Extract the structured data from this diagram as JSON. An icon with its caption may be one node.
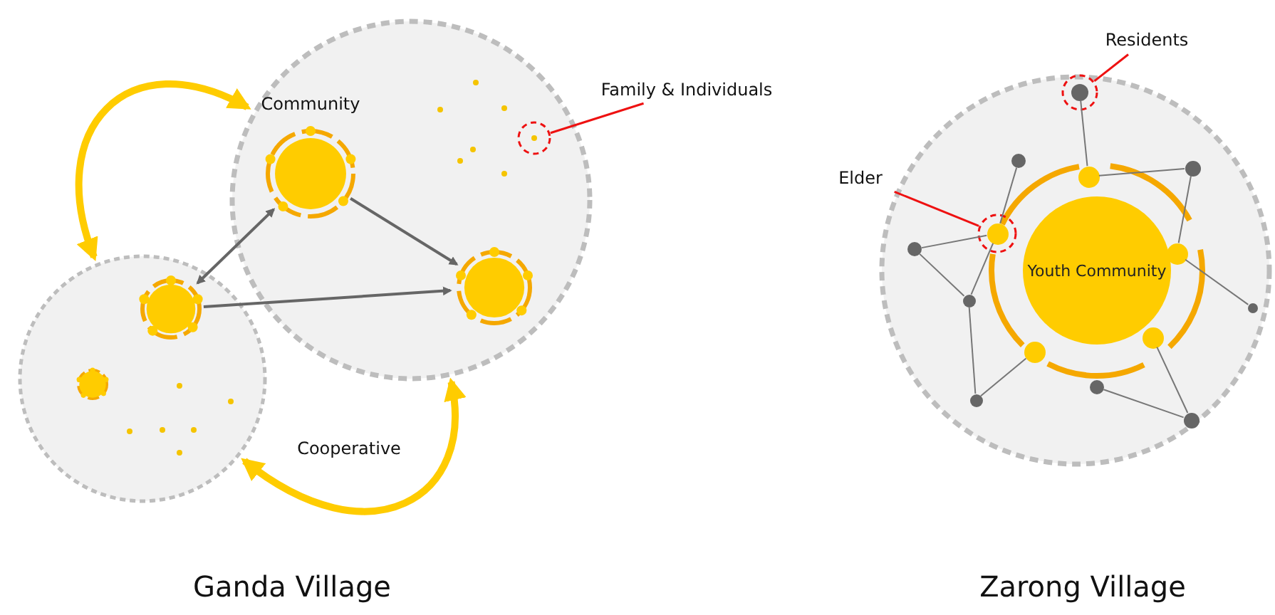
{
  "diagram": {
    "nodes": [
      {
        "text": [],
        "shape": "circle"
      },
      {
        "text": [
          "Community"
        ],
        "in": 0
      },
      {
        "text": [],
        "shape": "circle",
        "in": 0
      },
      {
        "text": [],
        "shape": "circle",
        "in": 0
      },
      {
        "text": [
          "Family & Individuals"
        ]
      },
      {
        "text": [],
        "shape": "circle"
      },
      {
        "text": [],
        "shape": "circle",
        "in": 5
      },
      {
        "text": [],
        "shape": "circle",
        "in": 5
      },
      {
        "text": [],
        "shape": "circle"
      },
      {
        "text": [
          "Youth Community"
        ],
        "in": 8
      },
      {
        "text": [],
        "shape": "circle",
        "in": 8
      },
      {
        "text": [],
        "shape": "circle",
        "in": 10
      },
      {
        "text": [
          "Residents"
        ]
      },
      {
        "text": [],
        "shape": "circle",
        "in": 8
      },
      {
        "text": [],
        "shape": "circle",
        "in": 8
      },
      {
        "text": [],
        "shape": "circle",
        "in": 14
      },
      {
        "text": [],
        "shape": "circle",
        "in": 8
      },
      {
        "text": [],
        "shape": "circle",
        "in": 8
      },
      {
        "text": [],
        "shape": "circle",
        "in": 8
      },
      {
        "text": [],
        "shape": "circle",
        "in": 8
      },
      {
        "text": [],
        "shape": "circle",
        "in": 8
      },
      {
        "text": [],
        "shape": "circle",
        "in": 8
      },
      {
        "text": [],
        "shape": "circle",
        "in": 8
      },
      {
        "text": [],
        "shape": "circle",
        "in": 8
      },
      {
        "text": [],
        "shape": "circle",
        "in": 8
      },
      {
        "text": [],
        "shape": "circle",
        "in": 8
      },
      {
        "text": [],
        "shape": "circle",
        "in": 8
      },
      {
        "text": [
          "Elder"
        ]
      }
    ],
    "edges": [
      {
        "from": 6,
        "to": 1,
        "arrow": "both"
      },
      {
        "from": 1,
        "to": 2,
        "arrow": "to"
      },
      {
        "from": 6,
        "to": 2,
        "arrow": "to"
      },
      {
        "from": 5,
        "to": 0,
        "arrow": "both",
        "style": "thick",
        "color": "#ffcc00"
      },
      {
        "from": 5,
        "to": 0,
        "arrow": "both",
        "style": "thick",
        "color": "#ffcc00",
        "label": "Cooperative"
      },
      {
        "from": 4,
        "to": 3,
        "arrow": "none",
        "color": "#ee1111"
      },
      {
        "from": 12,
        "to": 10,
        "arrow": "none",
        "color": "#ee1111"
      },
      {
        "from": 27,
        "to": 14,
        "arrow": "none",
        "color": "#ee1111"
      },
      {
        "from": 11,
        "to": 13,
        "arrow": "none"
      },
      {
        "from": 13,
        "to": 20,
        "arrow": "none"
      },
      {
        "from": 20,
        "to": 16,
        "arrow": "none"
      },
      {
        "from": 19,
        "to": 15,
        "arrow": "none"
      },
      {
        "from": 21,
        "to": 15,
        "arrow": "none"
      },
      {
        "from": 21,
        "to": 22,
        "arrow": "none"
      },
      {
        "from": 22,
        "to": 15,
        "arrow": "none"
      },
      {
        "from": 22,
        "to": 24,
        "arrow": "none"
      },
      {
        "from": 24,
        "to": 18,
        "arrow": "none"
      },
      {
        "from": 16,
        "to": 23,
        "arrow": "none"
      },
      {
        "from": 17,
        "to": 26,
        "arrow": "none"
      },
      {
        "from": 25,
        "to": 26,
        "arrow": "none"
      }
    ],
    "labels": [
      "Ganda Village",
      "Zarong Village"
    ]
  }
}
